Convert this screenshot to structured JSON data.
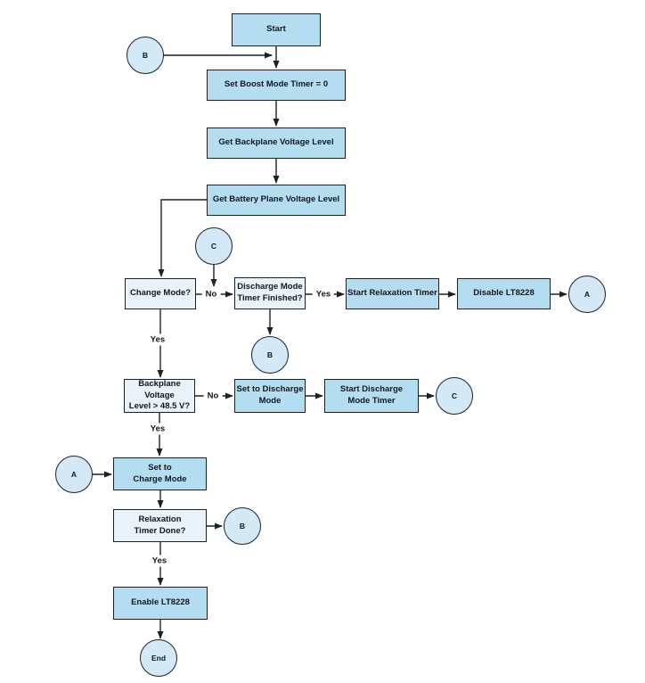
{
  "diagram": {
    "type": "flowchart",
    "subject": "LT8228 charge/discharge mode control flow"
  },
  "colors": {
    "process_fill": "#b5ddf2",
    "decision_fill": "#ebf3fa",
    "connector_fill": "#d3e9f8",
    "line_and_border": "#1d2126",
    "text": "#10161d",
    "background": "#ffffff"
  },
  "nodes": {
    "start": {
      "label": "Start",
      "type": "process"
    },
    "set_boost_timer": {
      "label": "Set Boost Mode Timer = 0",
      "type": "process"
    },
    "get_backplane": {
      "label": "Get Backplane Voltage Level",
      "type": "process"
    },
    "get_battery_plane": {
      "label": "Get Battery Plane Voltage Level",
      "type": "process"
    },
    "change_mode": {
      "label": "Change Mode?",
      "type": "decision"
    },
    "discharge_timer_finished": {
      "label": "Discharge Mode\nTimer Finished?",
      "type": "decision"
    },
    "start_relaxation_timer": {
      "label": "Start Relaxation Timer",
      "type": "process"
    },
    "disable_lt8228": {
      "label": "Disable LT8228",
      "type": "process"
    },
    "backplane_gt_485": {
      "label": "Backplane Voltage\nLevel > 48.5 V?",
      "type": "decision"
    },
    "set_discharge_mode": {
      "label": "Set to Discharge\nMode",
      "type": "process"
    },
    "start_discharge_timer": {
      "label": "Start Discharge\nMode Timer",
      "type": "process"
    },
    "set_charge_mode": {
      "label": "Set to\nCharge Mode",
      "type": "process"
    },
    "relaxation_timer_done": {
      "label": "Relaxation\nTimer Done?",
      "type": "decision"
    },
    "enable_lt8228": {
      "label": "Enable LT8228",
      "type": "process"
    }
  },
  "connectors": {
    "b_top": "B",
    "c_top": "C",
    "a_right": "A",
    "b_mid": "B",
    "c_right": "C",
    "a_left": "A",
    "b_bottom": "B",
    "end": "End"
  },
  "edge_labels": {
    "change_mode_no": "No",
    "discharge_finished_yes": "Yes",
    "change_mode_yes": "Yes",
    "backplane_no": "No",
    "backplane_yes": "Yes",
    "relaxation_yes": "Yes"
  }
}
